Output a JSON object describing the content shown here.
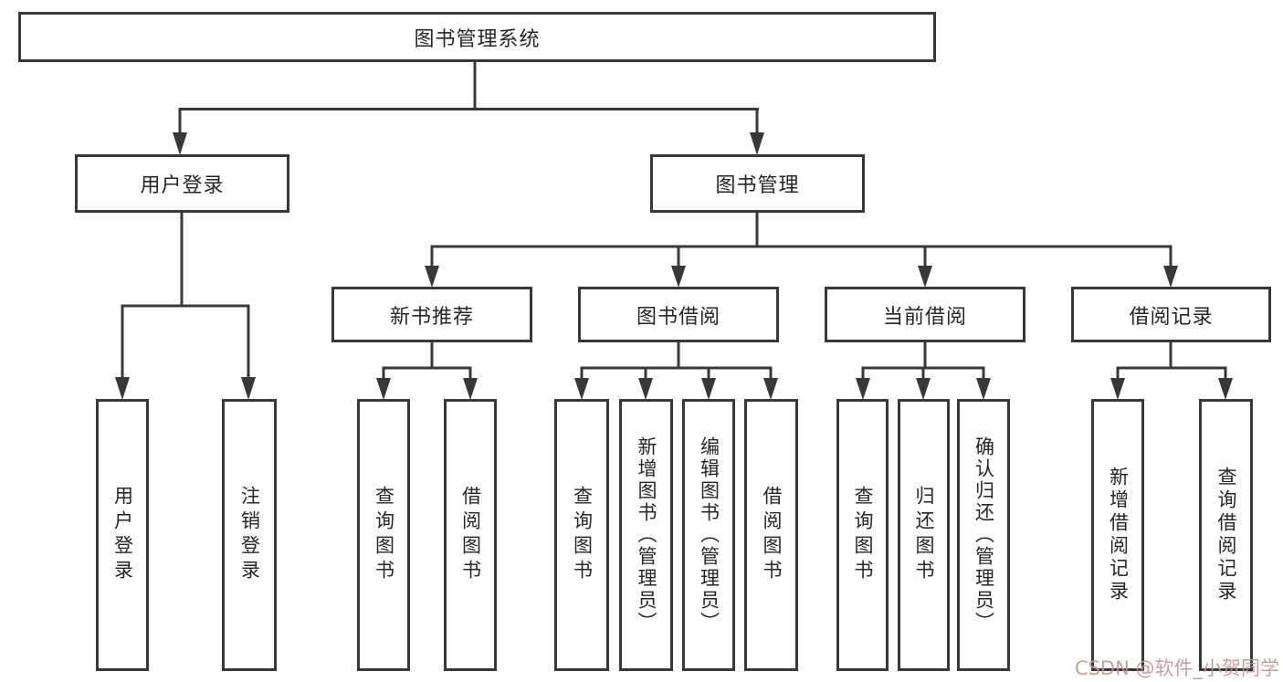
{
  "diagram_type": "functional-structure-tree",
  "colors": {
    "line": "#383838",
    "box_border": "#383838",
    "box_background": "#ffffff",
    "text": "#262626",
    "watermark": "#bf9595"
  },
  "tree": {
    "label": "图书管理系统",
    "children": [
      {
        "label": "用户登录",
        "children": [
          {
            "label": "用户登录"
          },
          {
            "label": "注销登录"
          }
        ]
      },
      {
        "label": "图书管理",
        "children": [
          {
            "label": "新书推荐",
            "children": [
              {
                "label": "查询图书"
              },
              {
                "label": "借阅图书"
              }
            ]
          },
          {
            "label": "图书借阅",
            "children": [
              {
                "label": "查询图书"
              },
              {
                "label": "新增图书（管理员）"
              },
              {
                "label": "编辑图书（管理员）"
              },
              {
                "label": "借阅图书"
              }
            ]
          },
          {
            "label": "当前借阅",
            "children": [
              {
                "label": "查询图书"
              },
              {
                "label": "归还图书"
              },
              {
                "label": "确认归还（管理员）"
              }
            ]
          },
          {
            "label": "借阅记录",
            "children": [
              {
                "label": "新增借阅记录"
              },
              {
                "label": "查询借阅记录"
              }
            ]
          }
        ]
      }
    ]
  },
  "watermark": {
    "text": "CSDN @软件_小贺同学"
  }
}
